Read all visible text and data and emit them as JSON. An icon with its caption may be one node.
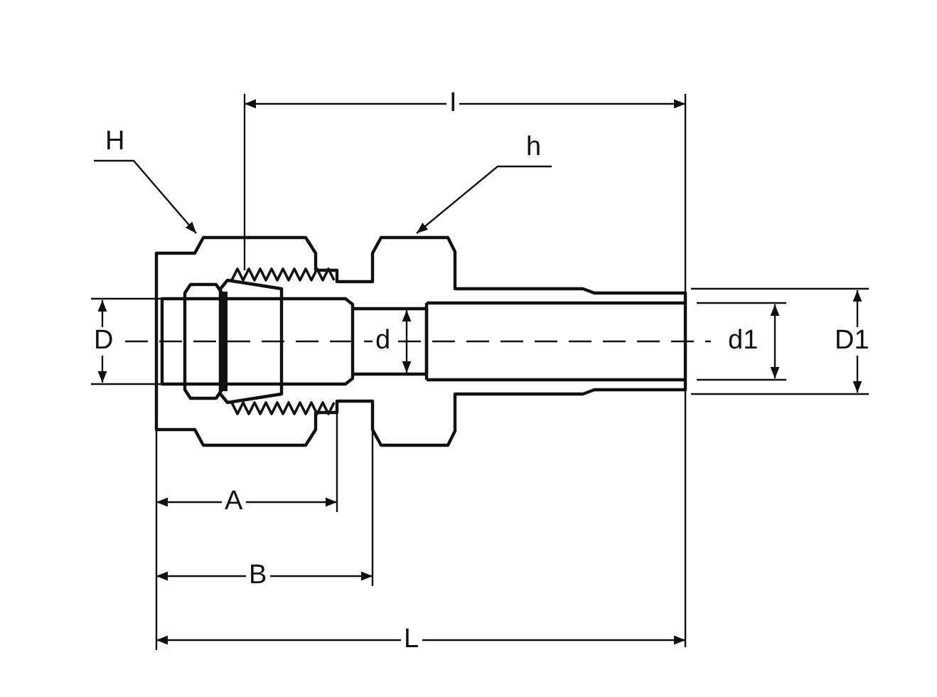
{
  "diagram": {
    "nodes": [
      {
        "text": [
          "H"
        ]
      },
      {
        "text": [
          "h"
        ]
      }
    ],
    "edges": [
      {
        "from": 0,
        "to": null,
        "arrow": "to"
      },
      {
        "from": 1,
        "to": null,
        "arrow": "to"
      }
    ],
    "labels": [
      "I",
      "D",
      "d",
      "d1",
      "D1",
      "A",
      "B",
      "L"
    ]
  }
}
